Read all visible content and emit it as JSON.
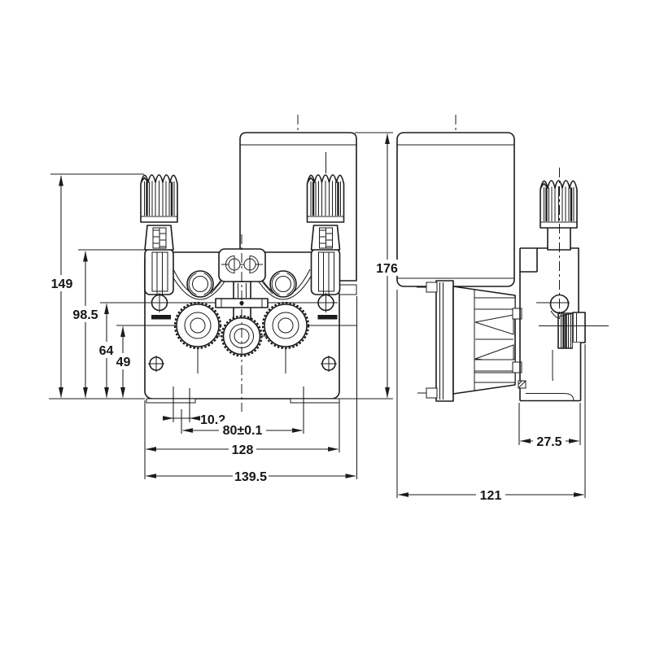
{
  "drawing": {
    "type": "technical-drawing",
    "subject": "wire feeder mechanism, front and side orthographic views",
    "background_color": "#ffffff",
    "line_color": "#1b1b1b"
  },
  "dimensions": {
    "front": {
      "height_to_knob_top": "149",
      "height_to_arm_top": "98.5",
      "height_to_pivot_axis": "64",
      "height_to_roller_axis": "49",
      "overall_height": "176",
      "inlet_guide_width": "10.2",
      "guide_spacing_toleranced": "80±0.1",
      "mounting_plate_width": "128",
      "overall_width": "139.5"
    },
    "side": {
      "foot_depth": "27.5",
      "overall_depth": "121"
    }
  }
}
